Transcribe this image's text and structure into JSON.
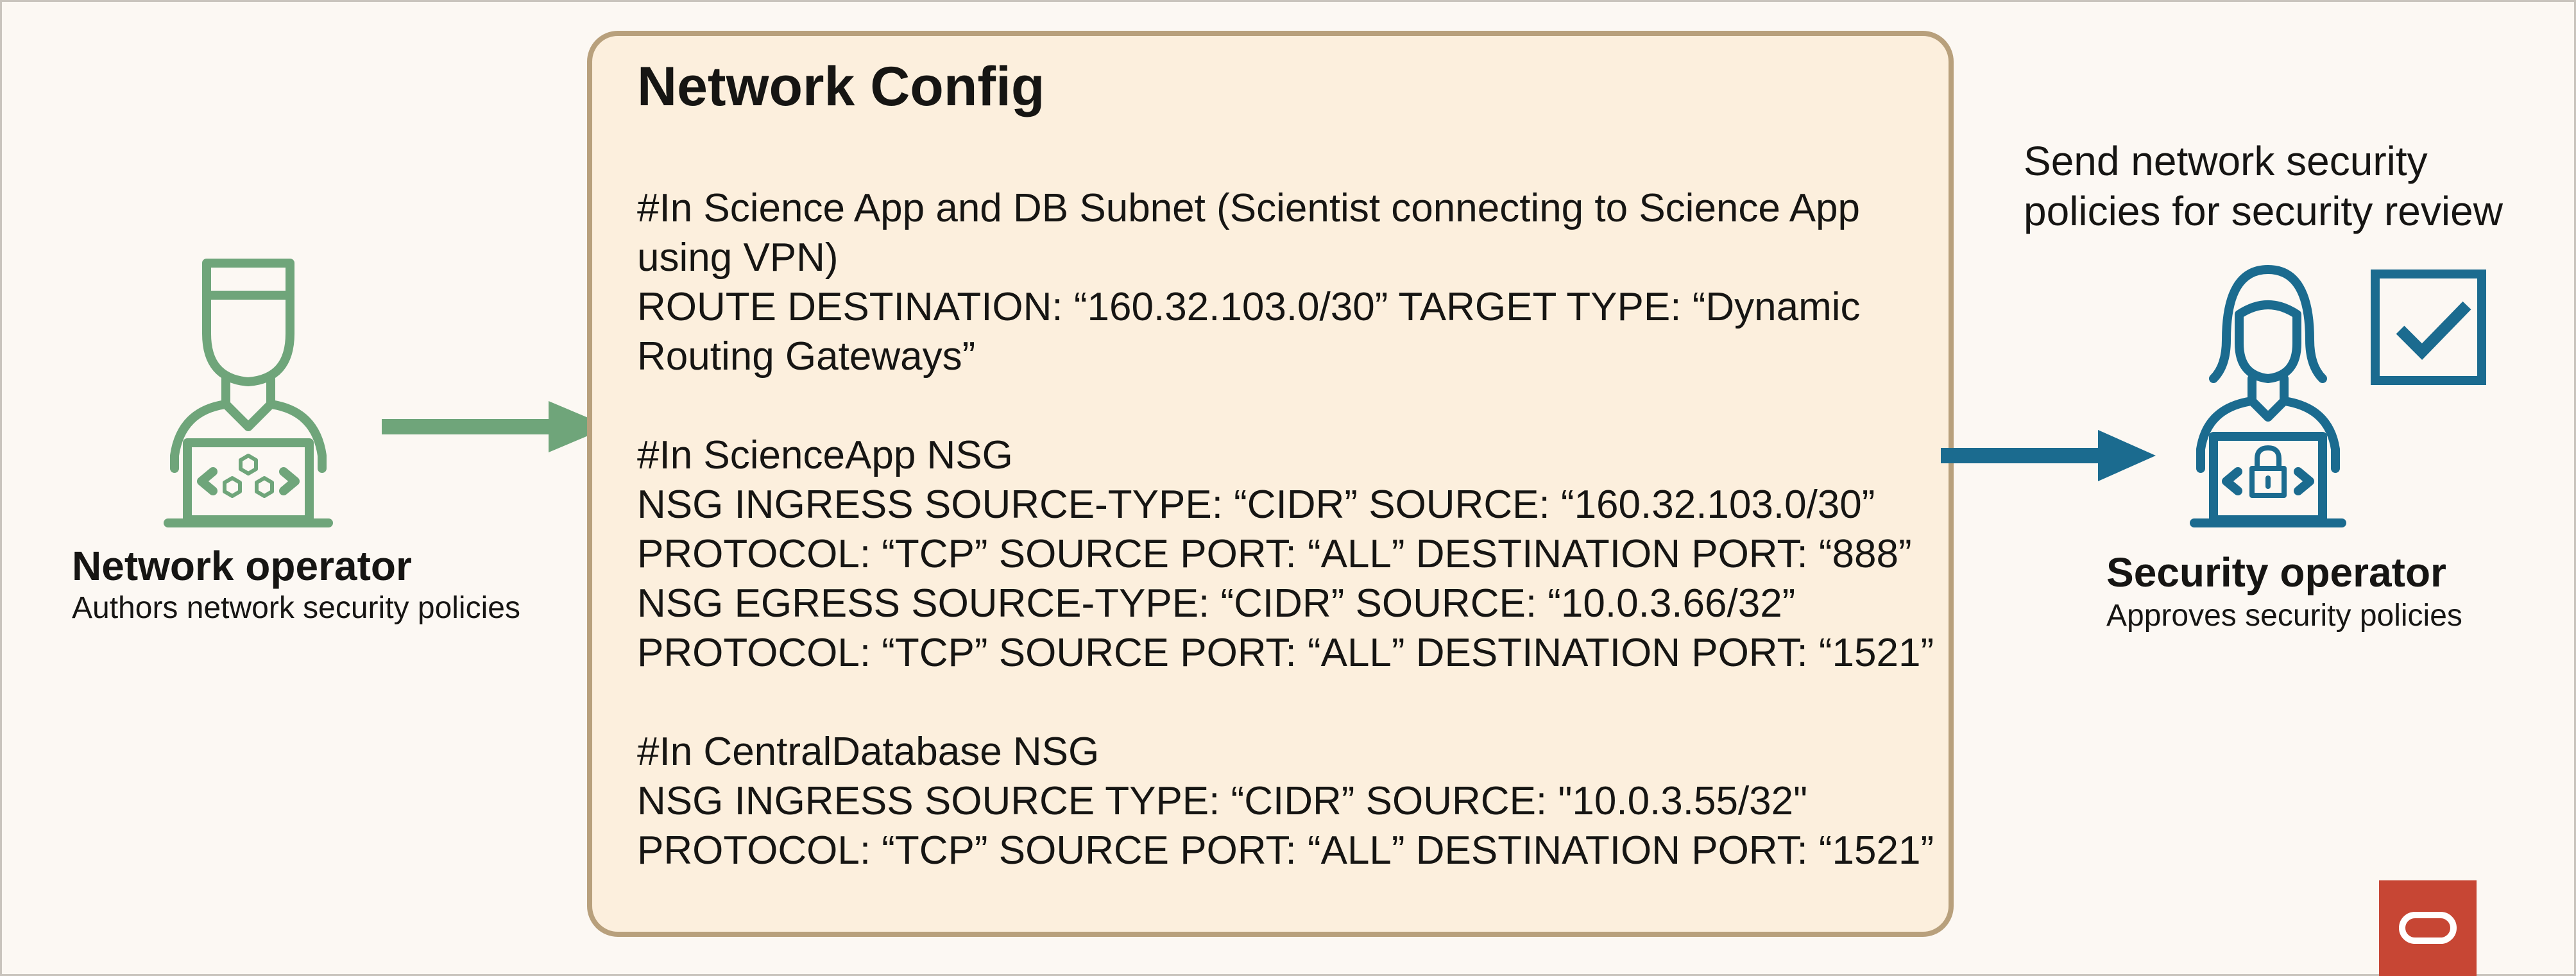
{
  "colors": {
    "operator_green": "#6fa57a",
    "security_blue": "#1b6b8f",
    "box_fill": "#fcefdd",
    "box_border": "#b8a07c",
    "logo_red": "#c74634"
  },
  "network_operator": {
    "icon": "developer-with-laptop-icon",
    "title": "Network operator",
    "subtitle": "Authors network security policies"
  },
  "config": {
    "title": "Network Config",
    "lines": [
      "#In Science App and DB Subnet (Scientist connecting to Science App",
      "using VPN)",
      "ROUTE DESTINATION: “160.32.103.0/30” TARGET TYPE: “Dynamic",
      "Routing Gateways”",
      "",
      "#In ScienceApp NSG",
      "NSG INGRESS SOURCE-TYPE: “CIDR”  SOURCE: “160.32.103.0/30”",
      "PROTOCOL: “TCP” SOURCE PORT: “ALL”  DESTINATION PORT: “888”",
      "NSG EGRESS SOURCE-TYPE: “CIDR”  SOURCE: “10.0.3.66/32”",
      "PROTOCOL: “TCP” SOURCE PORT: “ALL”  DESTINATION PORT: “1521”",
      "",
      "#In CentralDatabase NSG",
      "NSG INGRESS SOURCE TYPE: “CIDR”  SOURCE: \"10.0.3.55/32\"",
      "PROTOCOL: “TCP” SOURCE PORT: “ALL” DESTINATION PORT: “1521”"
    ]
  },
  "review_note": {
    "lines": [
      "Send network security",
      "policies for security review"
    ]
  },
  "security_operator": {
    "icon": "secure-laptop-user-icon",
    "title": "Security operator",
    "subtitle": "Approves security policies",
    "badge_icon": "checkmark-box-icon"
  },
  "logo": {
    "icon": "oracle-logo-icon"
  }
}
